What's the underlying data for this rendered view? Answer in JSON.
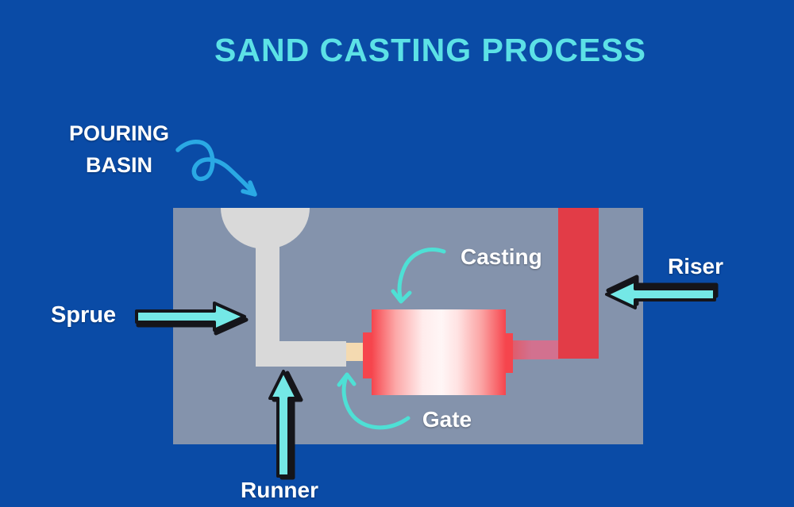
{
  "title": "SAND CASTING PROCESS",
  "labels": {
    "pouring_basin": "POURING BASIN",
    "sprue": "Sprue",
    "runner": "Runner",
    "gate": "Gate",
    "casting": "Casting",
    "riser": "Riser"
  },
  "icons": {
    "sprue_arrow": "arrow-right",
    "runner_arrow": "arrow-up",
    "riser_arrow": "arrow-left",
    "pouring_basin_arrow": "curly-arrow-down-right",
    "casting_arrow": "curved-arrow-down",
    "gate_arrow": "curved-arrow-up"
  },
  "colors": {
    "background": "#0a4ba6",
    "title": "#5ce1e6",
    "label": "#ffffff",
    "mold": "#8493ac",
    "channel": "#d9d9d9",
    "gate": "#f4dab1",
    "casting_red": "#f6454d",
    "casting_center": "#fff6f6",
    "connector_pink": "#d2718f",
    "riser_red": "#e23c47",
    "arrow_fill": "#74e8e6",
    "arrow_outline": "#15151a",
    "curved_arrow": "#4ee0d5",
    "loop_arrow": "#2aa9e4"
  }
}
